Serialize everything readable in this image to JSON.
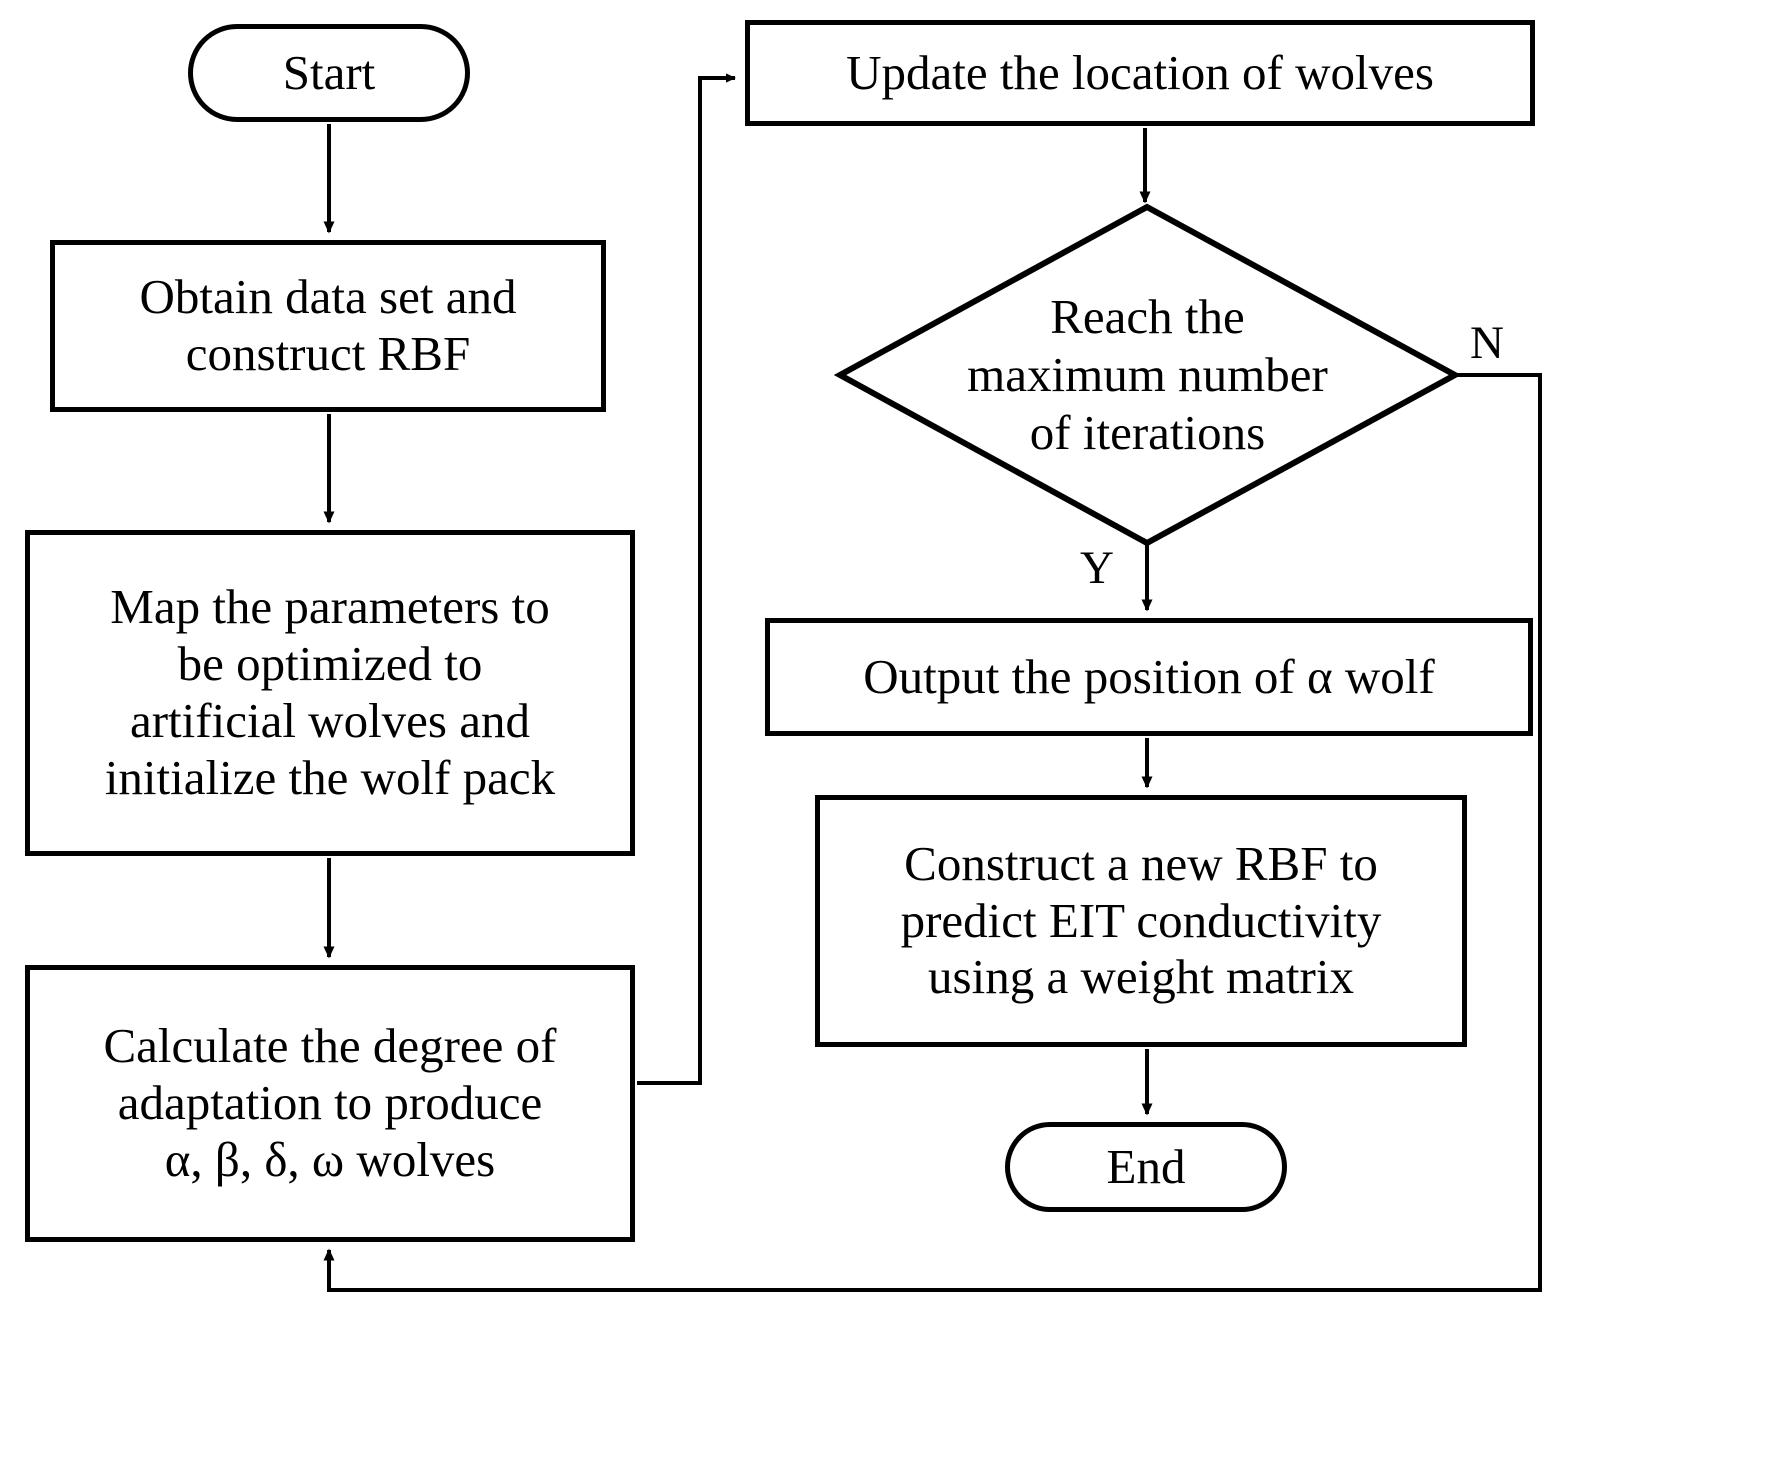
{
  "diagram": {
    "title": "GWO-RBF EIT conductivity prediction flowchart",
    "background_color": "#ffffff",
    "stroke_color": "#000000"
  },
  "nodes": {
    "start": {
      "label": "Start",
      "shape": "terminal"
    },
    "obtain": {
      "label": "Obtain data set and\nconstruct RBF",
      "shape": "process"
    },
    "map": {
      "label": "Map the parameters to\nbe optimized to\nartificial wolves and\ninitialize the wolf pack",
      "shape": "process"
    },
    "calculate": {
      "label": "Calculate the degree of\nadaptation to produce\nα, β, δ, ω  wolves",
      "shape": "process"
    },
    "update": {
      "label": "Update the location of wolves",
      "shape": "process"
    },
    "decision": {
      "label": "Reach the\nmaximum number\nof iterations",
      "shape": "decision"
    },
    "output": {
      "label": "Output the position of α wolf",
      "shape": "process"
    },
    "construct": {
      "label": "Construct a new RBF to\npredict EIT conductivity\nusing a weight matrix",
      "shape": "process"
    },
    "end": {
      "label": "End",
      "shape": "terminal"
    }
  },
  "edge_labels": {
    "no": "N",
    "yes": "Y"
  },
  "chart_data": {
    "type": "flowchart",
    "direction": "two-column",
    "nodes": [
      {
        "id": "start",
        "text": "Start",
        "shape": "terminal"
      },
      {
        "id": "obtain",
        "text": "Obtain data set and construct RBF",
        "shape": "process"
      },
      {
        "id": "map",
        "text": "Map the parameters to be optimized to artificial wolves and initialize the wolf pack",
        "shape": "process"
      },
      {
        "id": "calculate",
        "text": "Calculate the degree of adaptation to produce α, β, δ, ω wolves",
        "shape": "process"
      },
      {
        "id": "update",
        "text": "Update the location of wolves",
        "shape": "process"
      },
      {
        "id": "decision",
        "text": "Reach the maximum number of iterations",
        "shape": "decision"
      },
      {
        "id": "output",
        "text": "Output the position of α wolf",
        "shape": "process"
      },
      {
        "id": "construct",
        "text": "Construct a new RBF to predict EIT conductivity using a weight matrix",
        "shape": "process"
      },
      {
        "id": "end",
        "text": "End",
        "shape": "terminal"
      }
    ],
    "edges": [
      {
        "from": "start",
        "to": "obtain",
        "label": ""
      },
      {
        "from": "obtain",
        "to": "map",
        "label": ""
      },
      {
        "from": "map",
        "to": "calculate",
        "label": ""
      },
      {
        "from": "calculate",
        "to": "update",
        "label": ""
      },
      {
        "from": "update",
        "to": "decision",
        "label": ""
      },
      {
        "from": "decision",
        "to": "output",
        "label": "Y"
      },
      {
        "from": "decision",
        "to": "calculate",
        "label": "N"
      },
      {
        "from": "output",
        "to": "construct",
        "label": ""
      },
      {
        "from": "construct",
        "to": "end",
        "label": ""
      }
    ]
  }
}
